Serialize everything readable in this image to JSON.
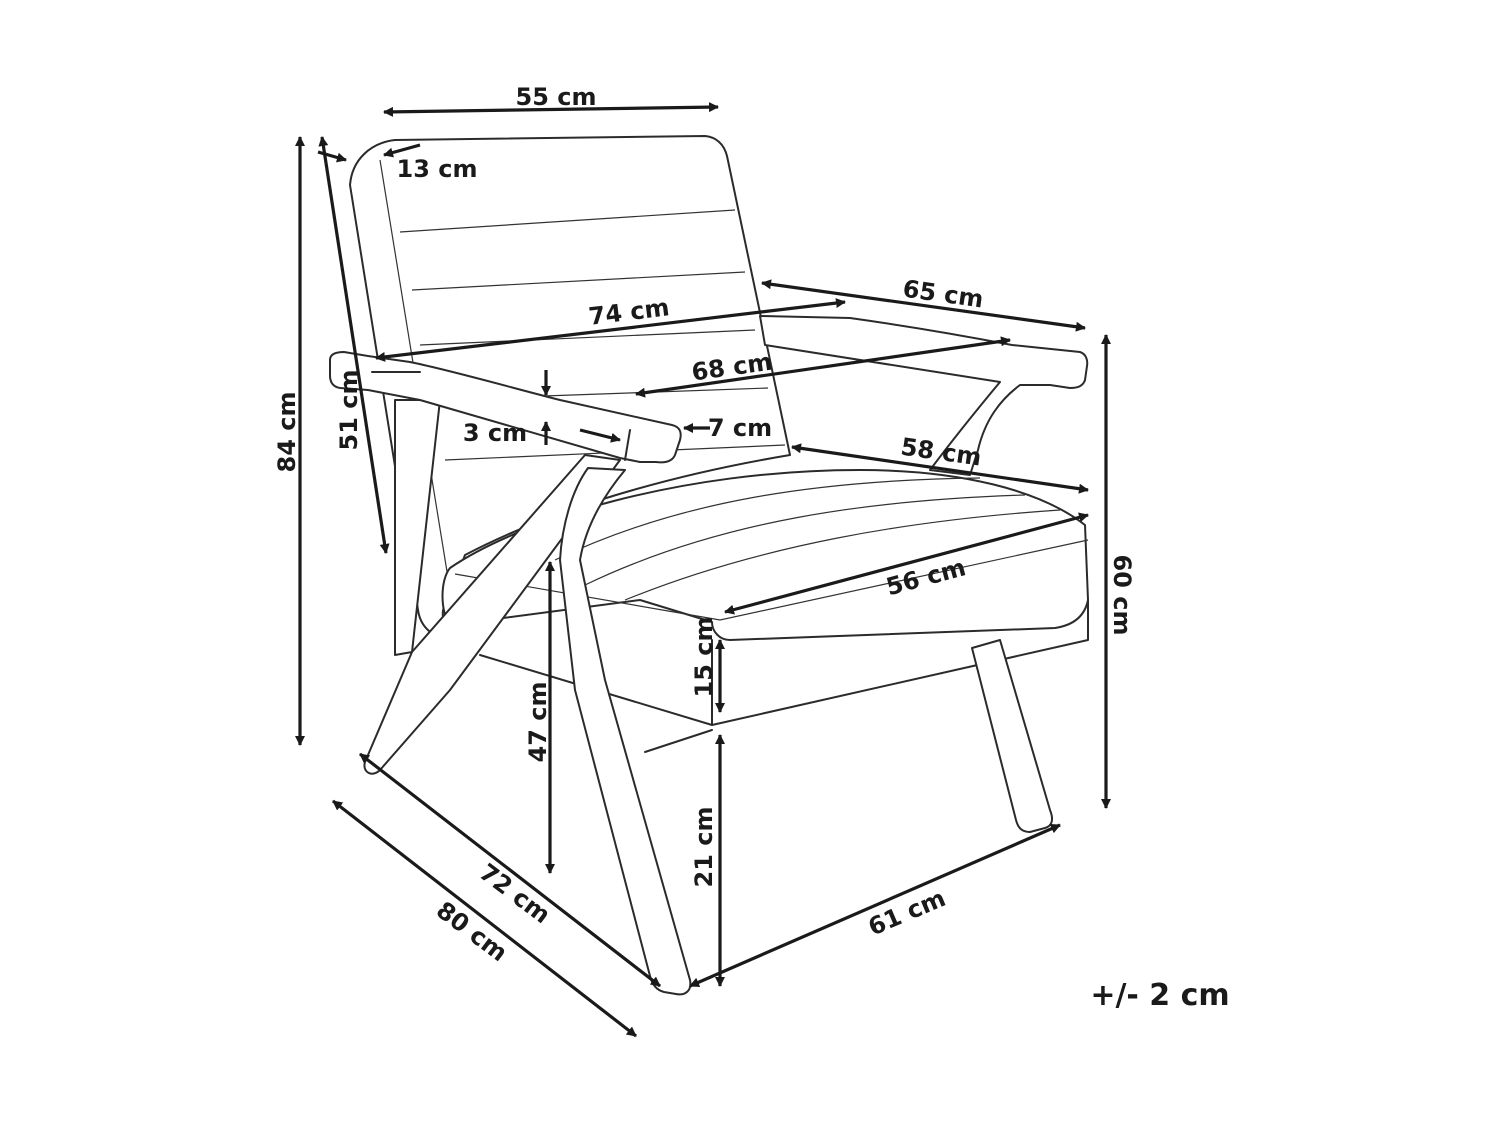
{
  "labels": {
    "width_top": "55 cm",
    "back_thickness": "13 cm",
    "arm_length_left": "74 cm",
    "arm_length_right": "65 cm",
    "inner_depth": "68 cm",
    "arm_width": "7 cm",
    "arm_thickness": "3 cm",
    "seat_depth": "58 cm",
    "back_height": "51 cm",
    "total_height": "84 cm",
    "arm_height": "60 cm",
    "seat_width": "56 cm",
    "cushion_height": "15 cm",
    "seat_height": "47 cm",
    "base_clearance": "21 cm",
    "base_width": "61 cm",
    "base_depth_inner": "72 cm",
    "base_depth_outer": "80 cm",
    "tolerance": "+/- 2 cm"
  }
}
